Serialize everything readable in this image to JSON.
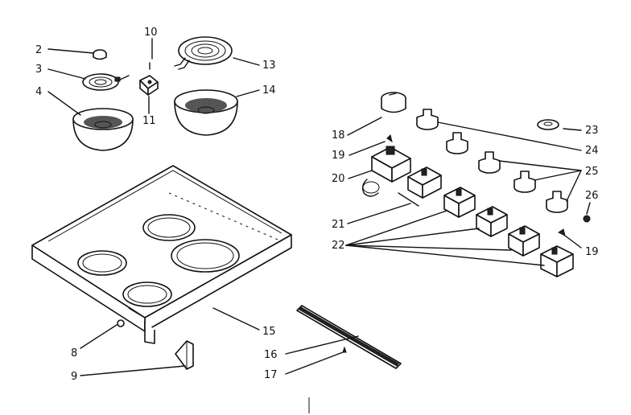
{
  "callouts": {
    "c2": "2",
    "c3": "3",
    "c4": "4",
    "c8": "8",
    "c9": "9",
    "c10": "10",
    "c11": "11",
    "c13": "13",
    "c14": "14",
    "c15": "15",
    "c16": "16",
    "c17": "17",
    "c18": "18",
    "c19a": "19",
    "c19b": "19",
    "c20": "20",
    "c21": "21",
    "c22": "22",
    "c23": "23",
    "c24": "24",
    "c25": "25",
    "c26": "26"
  }
}
